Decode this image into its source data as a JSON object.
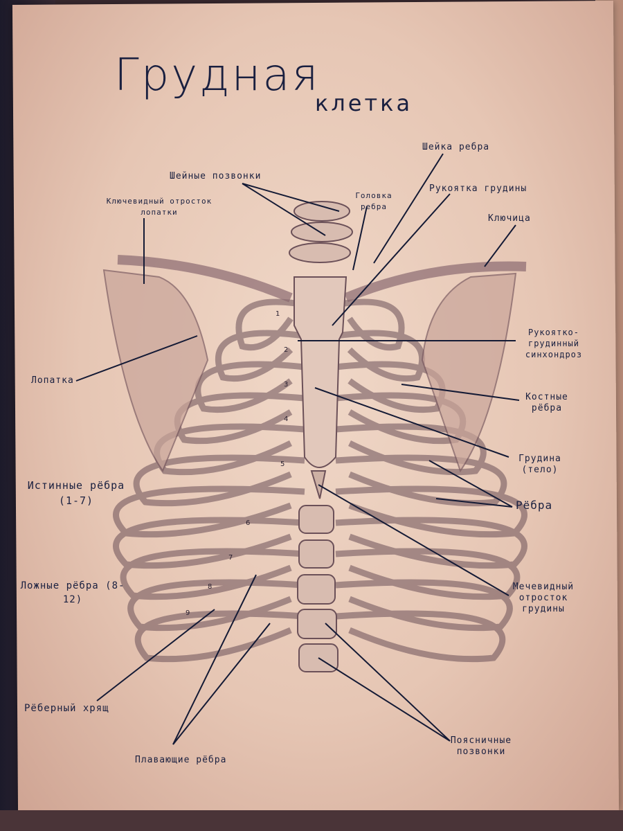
{
  "title": {
    "line1": "Грудная",
    "line2": "клетка"
  },
  "labels": {
    "rib_neck": "Шейка ребра",
    "cervical_vertebrae": "Шейные позвонки",
    "manubrium": "Рукоятка грудины",
    "rib_head": "Головка ребра",
    "coracoid": "Ключевидный отросток лопатки",
    "clavicle": "Ключица",
    "synchondrosis": "Рукоятко-грудинный синхондроз",
    "scapula": "Лопатка",
    "bony_ribs": "Костные рёбра",
    "sternum_body": "Грудина (тело)",
    "true_ribs": "Истинные рёбра (1-7)",
    "ribs": "Рёбра",
    "false_ribs": "Ложные рёбра (8-12)",
    "xiphoid": "Мечевидный отросток грудины",
    "costal_cartilage": "Рёберный хрящ",
    "floating_ribs": "Плавающие рёбра",
    "lumbar_vertebrae": "Поясничные позвонки"
  },
  "rib_numbers": [
    "1",
    "2",
    "3",
    "4",
    "5",
    "6",
    "7",
    "8",
    "9"
  ]
}
